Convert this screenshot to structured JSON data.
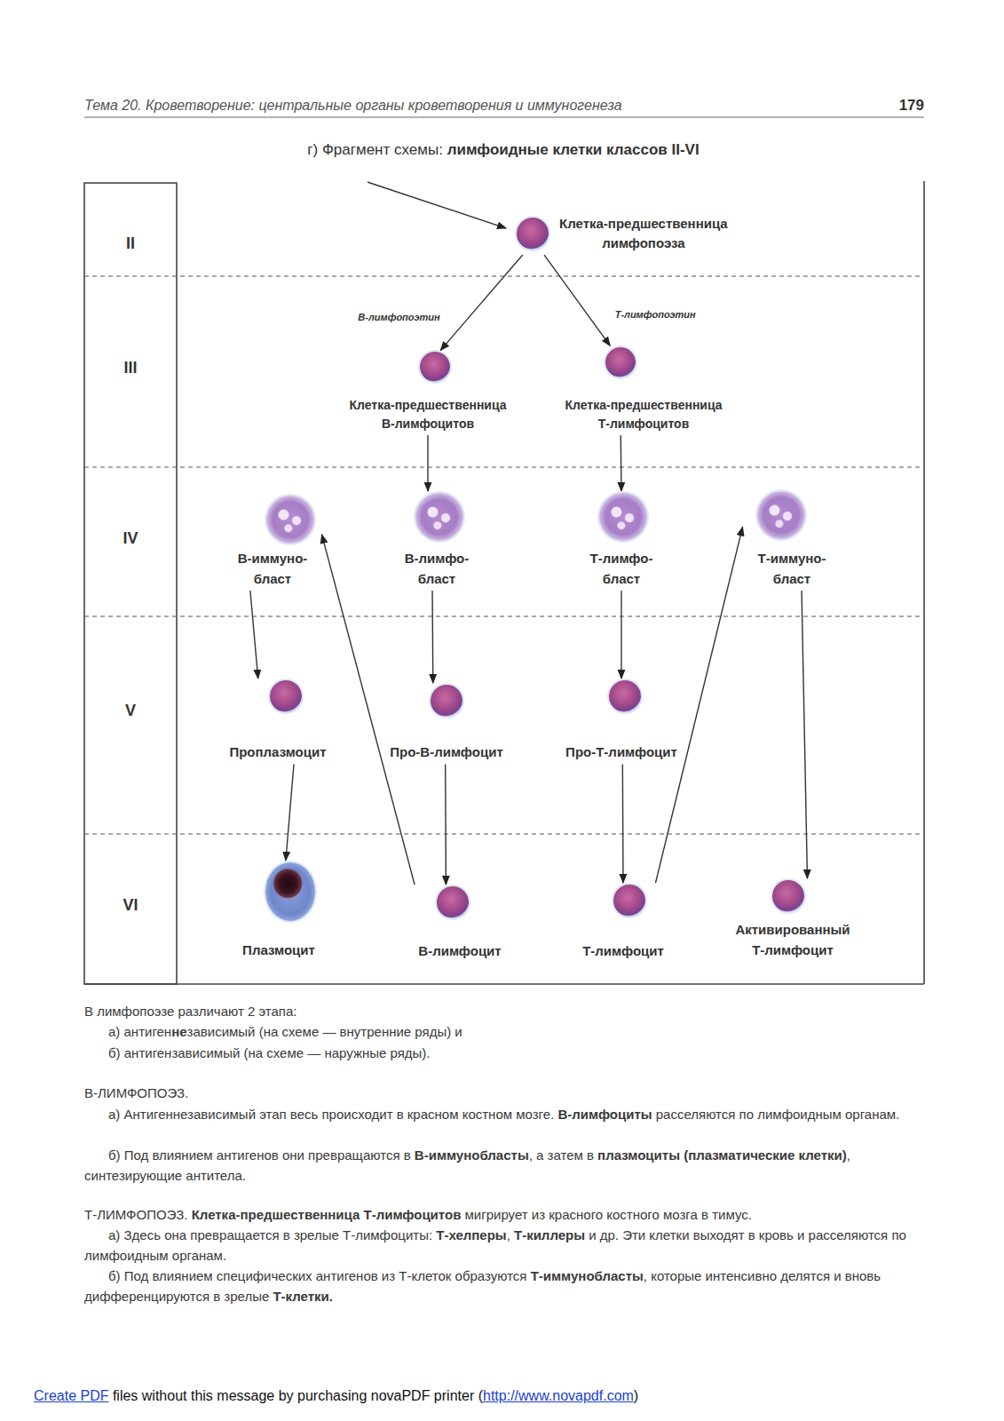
{
  "diagram": {
    "nodes": [
      {
        "text": [
          "Клетка-предшественница лимфопоэза"
        ]
      },
      {
        "text": [
          "Клетка-предшественница В-лимфоцитов"
        ]
      },
      {
        "text": [
          "Клетка-предшественница Т-лимфоцитов"
        ]
      },
      {
        "text": [
          "В-иммуно- бласт"
        ]
      },
      {
        "text": [
          "В-лимфо- бласт"
        ]
      },
      {
        "text": [
          "Т-лимфо- бласт"
        ]
      },
      {
        "text": [
          "Т-иммуно- бласт"
        ]
      },
      {
        "text": [
          "Проплазмоцит"
        ]
      },
      {
        "text": [
          "Про-В-лимфоцит"
        ]
      },
      {
        "text": [
          "Про-Т-лимфоцит"
        ]
      },
      {
        "text": [
          "Плазмоцит"
        ]
      },
      {
        "text": [
          "В-лимфоцит"
        ]
      },
      {
        "text": [
          "Т-лимфоцит"
        ]
      },
      {
        "text": [
          "Активированный Т-лимфоцит"
        ]
      }
    ],
    "edges": [
      {
        "from": 0,
        "to": 1,
        "label": "В-лимфопоэтин",
        "arrow": "to"
      },
      {
        "from": 0,
        "to": 2,
        "label": "Т-лимфопоэтин",
        "arrow": "to"
      },
      {
        "from": 1,
        "to": 4,
        "arrow": "to"
      },
      {
        "from": 2,
        "to": 5,
        "arrow": "to"
      },
      {
        "from": 4,
        "to": 8,
        "arrow": "to"
      },
      {
        "from": 5,
        "to": 9,
        "arrow": "to"
      },
      {
        "from": 8,
        "to": 11,
        "arrow": "to"
      },
      {
        "from": 9,
        "to": 12,
        "arrow": "to"
      },
      {
        "from": 11,
        "to": 3,
        "arrow": "to"
      },
      {
        "from": 12,
        "to": 6,
        "arrow": "to"
      },
      {
        "from": 3,
        "to": 7,
        "arrow": "to"
      },
      {
        "from": 7,
        "to": 10,
        "arrow": "to"
      },
      {
        "from": 6,
        "to": 13,
        "arrow": "to"
      }
    ],
    "labels": [
      "Тема 20. Кроветворение: центральные органы кроветворения и иммуногенеза",
      "179",
      "г) Фрагмент схемы: ",
      "лимфоидные клетки классов II-VI",
      "II",
      "III",
      "IV",
      "V",
      "VI",
      "В лимфопоэзе различают 2 этапа:",
      "а) антиген",
      "не",
      "зависимый (на схеме — внутренние ряды) и",
      "б) антигензависимый (на схеме — наружные ряды).",
      "В-ЛИМФОПОЭЗ.",
      "а) Антигеннезависимый этап весь происходит в красном костном мозге. ",
      "В-лимфоциты",
      " расселяются по лимфоидным органам.",
      "б) Под влиянием антигенов они превращаются в ",
      "В-иммунобласты",
      ", а затем в ",
      "плазмоциты (плазматические клетки)",
      ", синтезирующие антитела.",
      "Т-ЛИМФОПОЭЗ. ",
      "Клетка-предшественница Т-лимфоцитов",
      " мигрирует из красного костного мозга в тимус.",
      "а) Здесь она превращается в зрелые Т-лимфоциты: ",
      "Т-хелперы",
      ", ",
      "Т-киллеры",
      " и др. Эти клетки выходят в кровь и расселяются по лимфоидным органам.",
      "б) Под влиянием специфических антигенов из Т-клеток образуются ",
      "Т-иммунобласты",
      ", которые интенсивно делятся и вновь дифференцируются в зрелые ",
      "Т-клетки.",
      "Create PDF",
      " files without this message by purchasing novaPDF printer (",
      "http://www.novapdf.com",
      ")"
    ]
  }
}
